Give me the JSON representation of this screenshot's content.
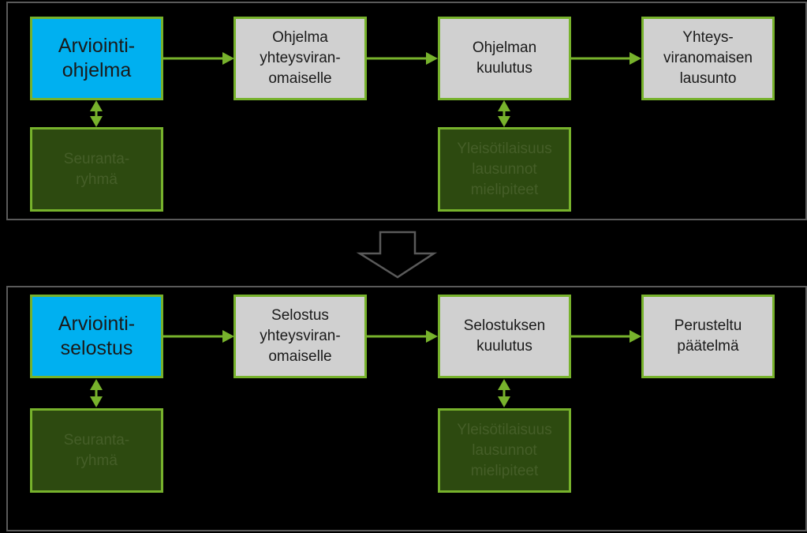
{
  "colors": {
    "background": "#000000",
    "panel_border": "#5a5a5a",
    "accent_blue": "#00b0f0",
    "box_grey": "#d0d0d0",
    "box_dark_green": "#2d4a10",
    "connector_green": "#77b22c"
  },
  "program_phase": {
    "main_box": "Arviointi-\nohjelma",
    "step2": "Ohjelma\nyhteysviran-\nomaiselle",
    "step3": "Ohjelman\nkuulutus",
    "step4": "Yhteys-\nviranomaisen\nlausunto",
    "monitoring_group": "Seuranta-\nryhmä",
    "public_input": "Yleisötilaisuus\nlausunnot\nmielipiteet"
  },
  "report_phase": {
    "main_box": "Arviointi-\nselostus",
    "step2": "Selostus\nyhteysviran-\nomaiselle",
    "step3": "Selostuksen\nkuulutus",
    "step4": "Perusteltu\npäätelmä",
    "monitoring_group": "Seuranta-\nryhmä",
    "public_input": "Yleisötilaisuus\nlausunnot\nmielipiteet"
  }
}
